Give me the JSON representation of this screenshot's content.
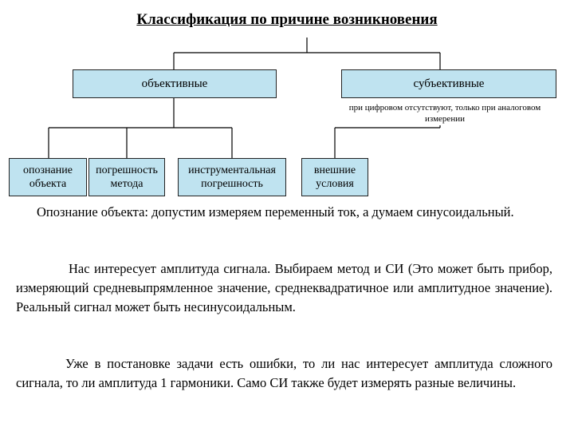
{
  "title": "Классификация по причине возникновения",
  "level1": {
    "objective": "объективные",
    "subjective": "субъективные",
    "subjective_note": "при цифровом отсутствуют, только при аналоговом измерении"
  },
  "level2": [
    "опознание объекта",
    "погрешность метода",
    "инструментальная погрешность",
    "внешние условия"
  ],
  "paragraphs": [
    "Опознание объекта: допустим измеряем переменный ток, а думаем синусоидальный.",
    "Нас интересует амплитуда сигнала. Выбираем метод и СИ (Это может быть прибор, измеряющий средневыпрямленное значение, среднеквадратичное или амплитудное значение). Реальный сигнал может быть несинусоидальным.",
    "Уже в постановке задачи есть ошибки, то ли нас интересует амплитуда сложного сигнала, то ли амплитуда 1 гармоники. Само СИ также будет измерять разные величины."
  ],
  "colors": {
    "box_fill": "#bfe3f0",
    "line": "#000000"
  }
}
